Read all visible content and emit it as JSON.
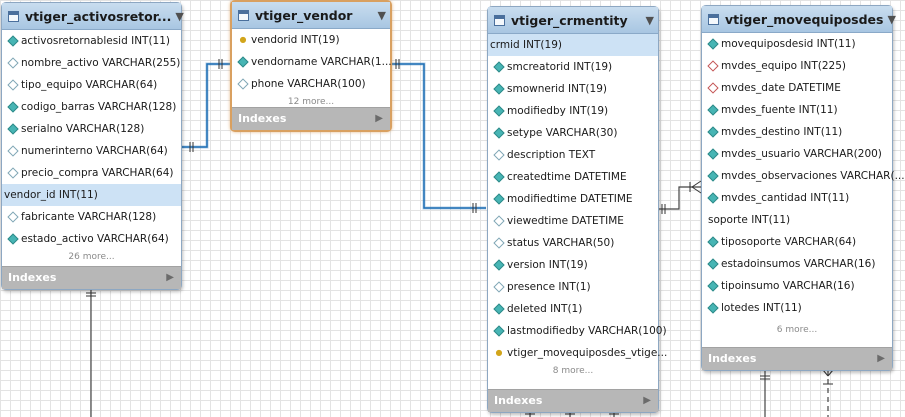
{
  "tables": {
    "activos": {
      "name": "vtiger_activosretor...",
      "menu_icon": "▼",
      "columns": [
        {
          "text": "activosretornablesid INT(11)",
          "icon": "diamond"
        },
        {
          "text": "nombre_activo VARCHAR(255)",
          "icon": "diamond-hollow"
        },
        {
          "text": "tipo_equipo VARCHAR(64)",
          "icon": "diamond-hollow"
        },
        {
          "text": "codigo_barras VARCHAR(128)",
          "icon": "diamond"
        },
        {
          "text": "serialno VARCHAR(128)",
          "icon": "diamond"
        },
        {
          "text": "numerinterno VARCHAR(64)",
          "icon": "diamond-hollow"
        },
        {
          "text": "precio_compra VARCHAR(64)",
          "icon": "diamond-hollow"
        },
        {
          "text": "vendor_id INT(11)",
          "icon": "none",
          "highlighted": true
        },
        {
          "text": "fabricante VARCHAR(128)",
          "icon": "diamond-hollow"
        },
        {
          "text": "estado_activo VARCHAR(64)",
          "icon": "diamond"
        }
      ],
      "more": "26 more...",
      "indexes_label": "Indexes",
      "indexes_arrow": "▶"
    },
    "vendor": {
      "name": "vtiger_vendor",
      "menu_icon": "▼",
      "columns": [
        {
          "text": "vendorid INT(19)",
          "icon": "key"
        },
        {
          "text": "vendorname VARCHAR(1...",
          "icon": "diamond"
        },
        {
          "text": "phone VARCHAR(100)",
          "icon": "diamond-hollow"
        }
      ],
      "more": "12 more...",
      "indexes_label": "Indexes",
      "indexes_arrow": "▶"
    },
    "crmentity": {
      "name": "vtiger_crmentity",
      "menu_icon": "▼",
      "columns": [
        {
          "text": "crmid INT(19)",
          "icon": "none",
          "highlighted": true
        },
        {
          "text": "smcreatorid INT(19)",
          "icon": "diamond"
        },
        {
          "text": "smownerid INT(19)",
          "icon": "diamond"
        },
        {
          "text": "modifiedby INT(19)",
          "icon": "diamond"
        },
        {
          "text": "setype VARCHAR(30)",
          "icon": "diamond"
        },
        {
          "text": "description TEXT",
          "icon": "diamond-hollow"
        },
        {
          "text": "createdtime DATETIME",
          "icon": "diamond"
        },
        {
          "text": "modifiedtime DATETIME",
          "icon": "diamond"
        },
        {
          "text": "viewedtime DATETIME",
          "icon": "diamond-hollow"
        },
        {
          "text": "status VARCHAR(50)",
          "icon": "diamond-hollow"
        },
        {
          "text": "version INT(19)",
          "icon": "diamond"
        },
        {
          "text": "presence INT(1)",
          "icon": "diamond-hollow"
        },
        {
          "text": "deleted INT(1)",
          "icon": "diamond"
        },
        {
          "text": "lastmodifiedby VARCHAR(100)",
          "icon": "diamond"
        },
        {
          "text": "vtiger_movequiposdes_vtige...",
          "icon": "key"
        }
      ],
      "more": "8 more...",
      "indexes_label": "Indexes",
      "indexes_arrow": "▶"
    },
    "movequipos": {
      "name": "vtiger_movequiposdes",
      "menu_icon": "▼",
      "columns": [
        {
          "text": "movequiposdesid INT(11)",
          "icon": "diamond"
        },
        {
          "text": "mvdes_equipo INT(225)",
          "icon": "diamond-red"
        },
        {
          "text": "mvdes_date DATETIME",
          "icon": "diamond-red"
        },
        {
          "text": "mvdes_fuente INT(11)",
          "icon": "diamond"
        },
        {
          "text": "mvdes_destino INT(11)",
          "icon": "diamond"
        },
        {
          "text": "mvdes_usuario VARCHAR(200)",
          "icon": "diamond"
        },
        {
          "text": "mvdes_observaciones VARCHAR(...",
          "icon": "diamond"
        },
        {
          "text": "mvdes_cantidad INT(11)",
          "icon": "diamond"
        },
        {
          "text": "soporte INT(11)",
          "icon": "none"
        },
        {
          "text": "tiposoporte VARCHAR(64)",
          "icon": "diamond"
        },
        {
          "text": "estadoinsumos VARCHAR(16)",
          "icon": "diamond"
        },
        {
          "text": "tipoinsumo VARCHAR(16)",
          "icon": "diamond"
        },
        {
          "text": "lotedes INT(11)",
          "icon": "diamond"
        }
      ],
      "more": "6 more...",
      "indexes_label": "Indexes",
      "indexes_arrow": "▶"
    }
  },
  "colors": {
    "relationship_line": "#1f6fb5",
    "plain_line": "#444444",
    "selected_border": "#d9a060",
    "header_blue": "#a8c6e2",
    "highlight_row": "#cde2f5"
  }
}
